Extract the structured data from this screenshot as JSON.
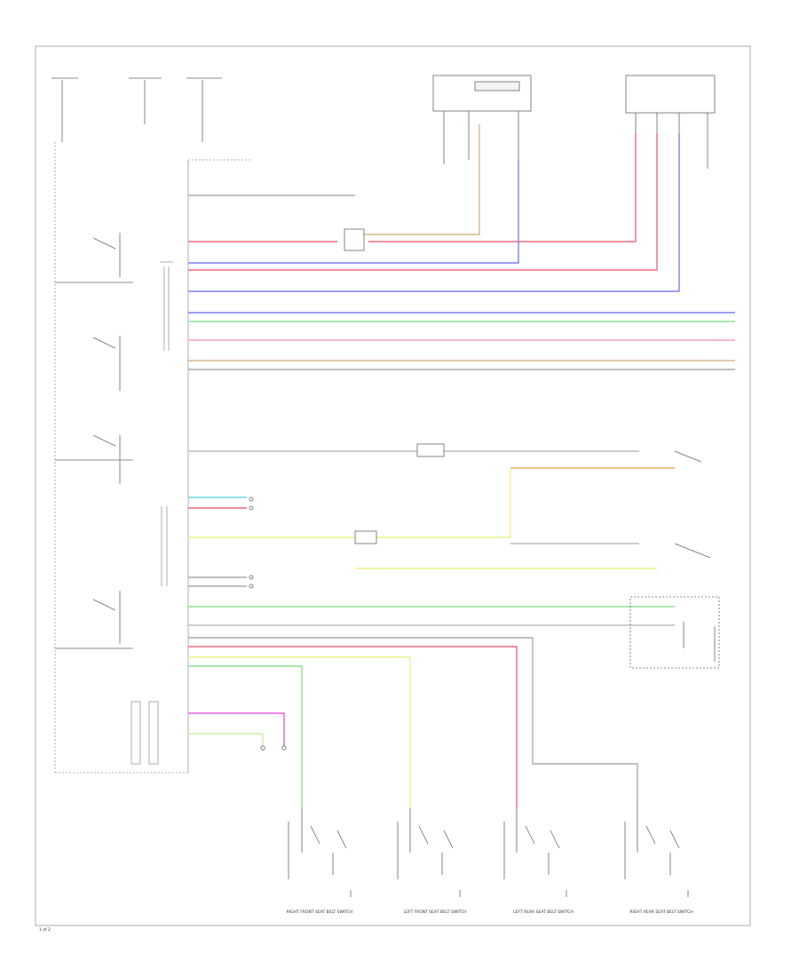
{
  "colors": {
    "red": "#ee6a7a",
    "blue": "#7f7ff5",
    "green": "#8fe08f",
    "lightgreen": "#c6f2a5",
    "yellow": "#ecf08a",
    "tan": "#d7b988",
    "orange": "#f2a865",
    "cyan": "#6fd6e0",
    "magenta": "#e35fe3",
    "pink": "#f3a7b2",
    "gray": "#aaaaaa",
    "line": "#666666"
  },
  "page_number": "1 of 2",
  "bottom_labels": [
    "RIGHT FRONT SEAT BELT SWITCH",
    "LEFT FRONT SEAT BELT SWITCH",
    "LEFT REAR SEAT BELT SWITCH",
    "RIGHT REAR SEAT BELT SWITCH"
  ]
}
